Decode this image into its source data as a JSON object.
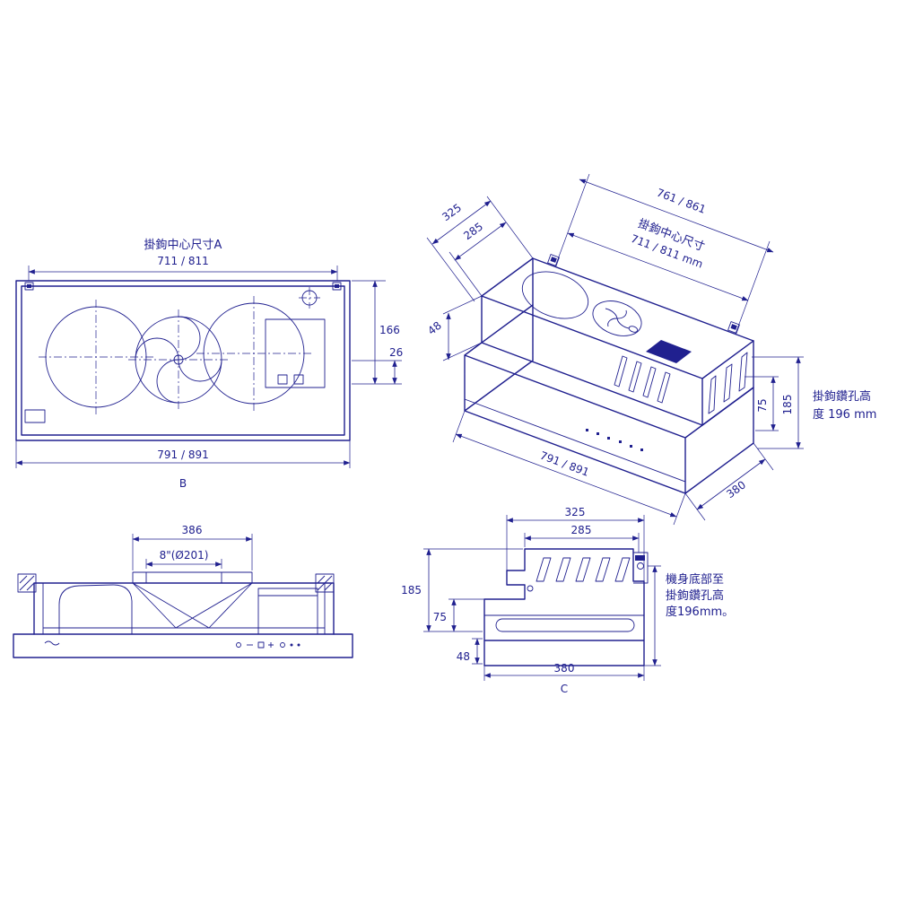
{
  "drawing": {
    "colors": {
      "line": "#20208f",
      "text": "#20208f",
      "background": "#ffffff"
    },
    "plan_view": {
      "hook_dim_title": "掛鉤中心尺寸A",
      "hook_dim_value": "711 / 811",
      "dim_height_right": "166",
      "dim_offset_right": "26",
      "dim_width_bottom": "791 / 891",
      "view_label": "B"
    },
    "iso_view": {
      "dim_depth_outer": "325",
      "dim_depth_inner": "285",
      "dim_front_height": "48",
      "dim_hook_outer": "761 / 861",
      "hook_center_label": "掛鉤中心尺寸",
      "hook_center_value": "711 / 811 mm",
      "dim_length": "791 / 891",
      "dim_depth_bottom": "380",
      "dim_hook_height": "75",
      "dim_body_height": "185",
      "note_line1": "掛鉤鑽孔高",
      "note_line2": "度 196 mm"
    },
    "front_view": {
      "dim_duct_width": "386",
      "dim_duct_diameter": "8\"(Ø201)"
    },
    "side_view": {
      "dim_depth_outer": "325",
      "dim_depth_inner": "285",
      "dim_height_total": "185",
      "dim_height_hook": "75",
      "dim_height_base": "48",
      "dim_depth_bottom": "380",
      "view_label": "C",
      "note_line1": "機身底部至",
      "note_line2": "掛鉤鑽孔高",
      "note_line3": "度196mm。"
    }
  }
}
